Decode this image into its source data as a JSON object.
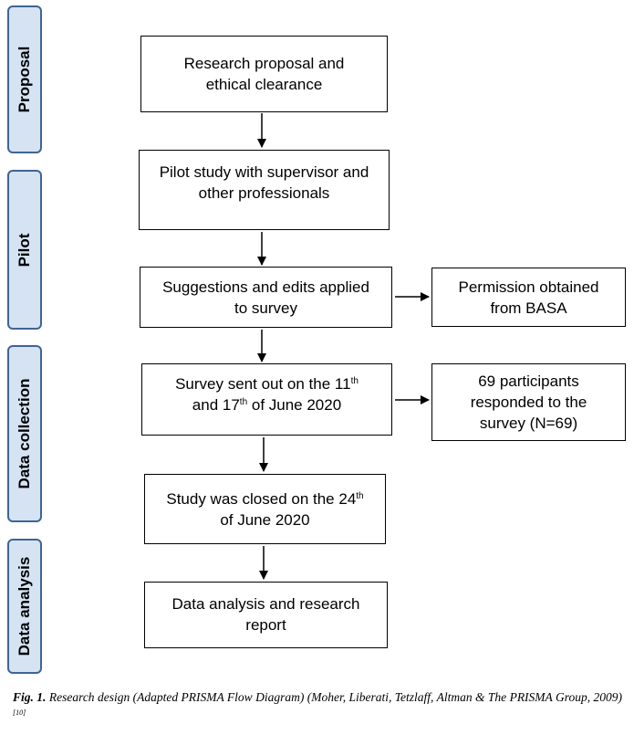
{
  "phases": [
    {
      "label": "Proposal"
    },
    {
      "label": "Pilot"
    },
    {
      "label": "Data collection"
    },
    {
      "label": "Data analysis"
    }
  ],
  "boxes": {
    "research_proposal": {
      "line1": "Research proposal and",
      "line2": "ethical clearance"
    },
    "pilot_study": {
      "line1": "Pilot study with supervisor and",
      "line2": "other professionals"
    },
    "suggestions": {
      "line1": "Suggestions and edits applied",
      "line2": "to survey"
    },
    "permission": {
      "line1": "Permission obtained",
      "line2": "from BASA"
    },
    "survey_sent": {
      "line1_a": "Survey sent out on the 11",
      "line1_sup": "th",
      "line2_a": "and 17",
      "line2_sup": "th",
      "line2_b": " of June 2020"
    },
    "participants": {
      "line1": "69 participants",
      "line2": "responded to the",
      "line3": "survey (N=69)"
    },
    "study_closed": {
      "line1_a": "Study was closed on the 24",
      "line1_sup": "th",
      "line2": "of June 2020"
    },
    "data_analysis": {
      "line1": "Data analysis and research",
      "line2": "report"
    }
  },
  "caption": {
    "fig": "Fig. 1.",
    "text": " Research design (Adapted PRISMA Flow Diagram) (Moher, Liberati, Tetzlaff, Altman & The PRISMA Group, 2009) ",
    "ref": "[10]"
  }
}
